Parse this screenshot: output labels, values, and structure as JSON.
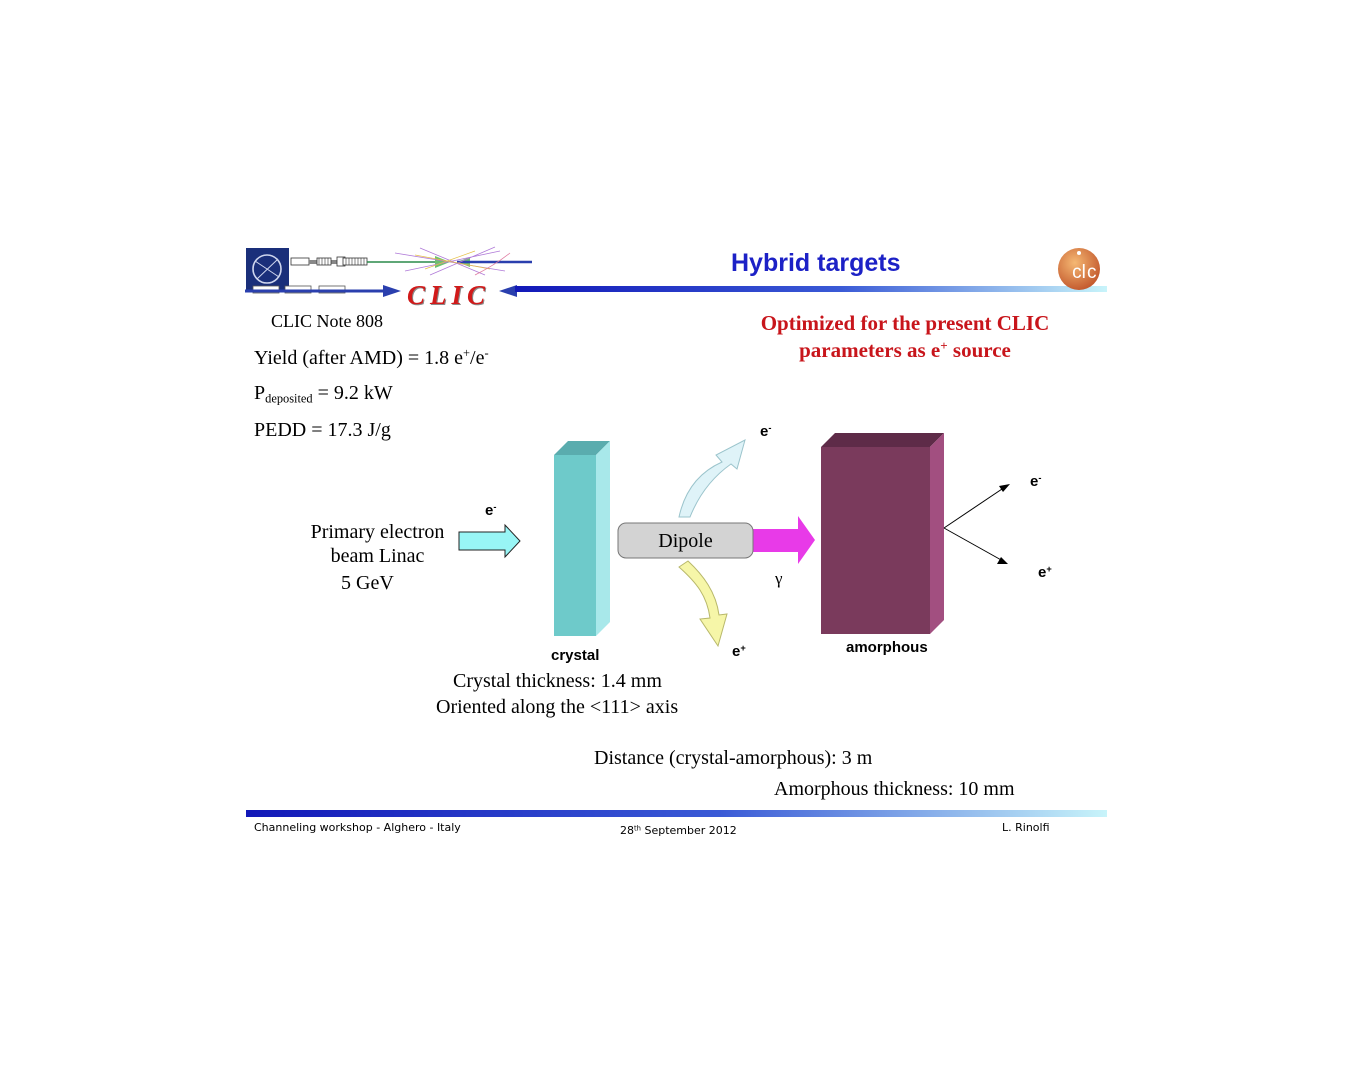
{
  "header": {
    "logo_text": "CLIC",
    "title": "Hybrid targets"
  },
  "subtitle": {
    "line1": "Optimized for the present CLIC",
    "line2_prefix": "parameters as e",
    "line2_sup": "+",
    "line2_suffix": " source"
  },
  "notes": {
    "clic_note": "CLIC Note 808",
    "yield_prefix": "Yield (after AMD) = 1.8 e",
    "yield_sup1": "+",
    "yield_mid": "/e",
    "yield_sup2": "-",
    "p_prefix": "P",
    "p_sub": "deposited",
    "p_suffix": " = 9.2 kW",
    "pedd": "PEDD = 17.3 J/g"
  },
  "diagram": {
    "source_line1": "Primary electron",
    "source_line2": "beam Linac",
    "source_line3": "5 GeV",
    "input_e": "e",
    "input_e_sup": "-",
    "crystal_label": "crystal",
    "dipole_label": "Dipole",
    "upper_e": "e",
    "upper_e_sup": "-",
    "lower_e": "e",
    "lower_e_sup": "+",
    "gamma": "γ",
    "amorphous_label": "amorphous",
    "out_e_minus": "e",
    "out_e_minus_sup": "-",
    "out_e_plus": "e",
    "out_e_plus_sup": "+",
    "crystal_thickness": "Crystal thickness: 1.4 mm",
    "oriented": "Oriented along the <111> axis",
    "distance": "Distance (crystal-amorphous): 3 m",
    "amorphous_thickness": "Amorphous  thickness: 10 mm"
  },
  "footer": {
    "left": "Channeling  workshop - Alghero  - Italy",
    "date_prefix": "28",
    "date_sup": "th",
    "date_suffix": " September 2012",
    "author": "L. Rinolfi"
  },
  "colors": {
    "title_blue": "#1c21c6",
    "subtitle_red": "#c8151b",
    "crystal": "#6ecaca",
    "amorphous": "#7a3a5c",
    "dipole": "#d3d3d3",
    "gamma_arrow": "#e83ae8",
    "input_arrow": "#98f5f5",
    "positron_arrow": "#f6f6a8",
    "electron_arrow": "#dff3f8"
  }
}
